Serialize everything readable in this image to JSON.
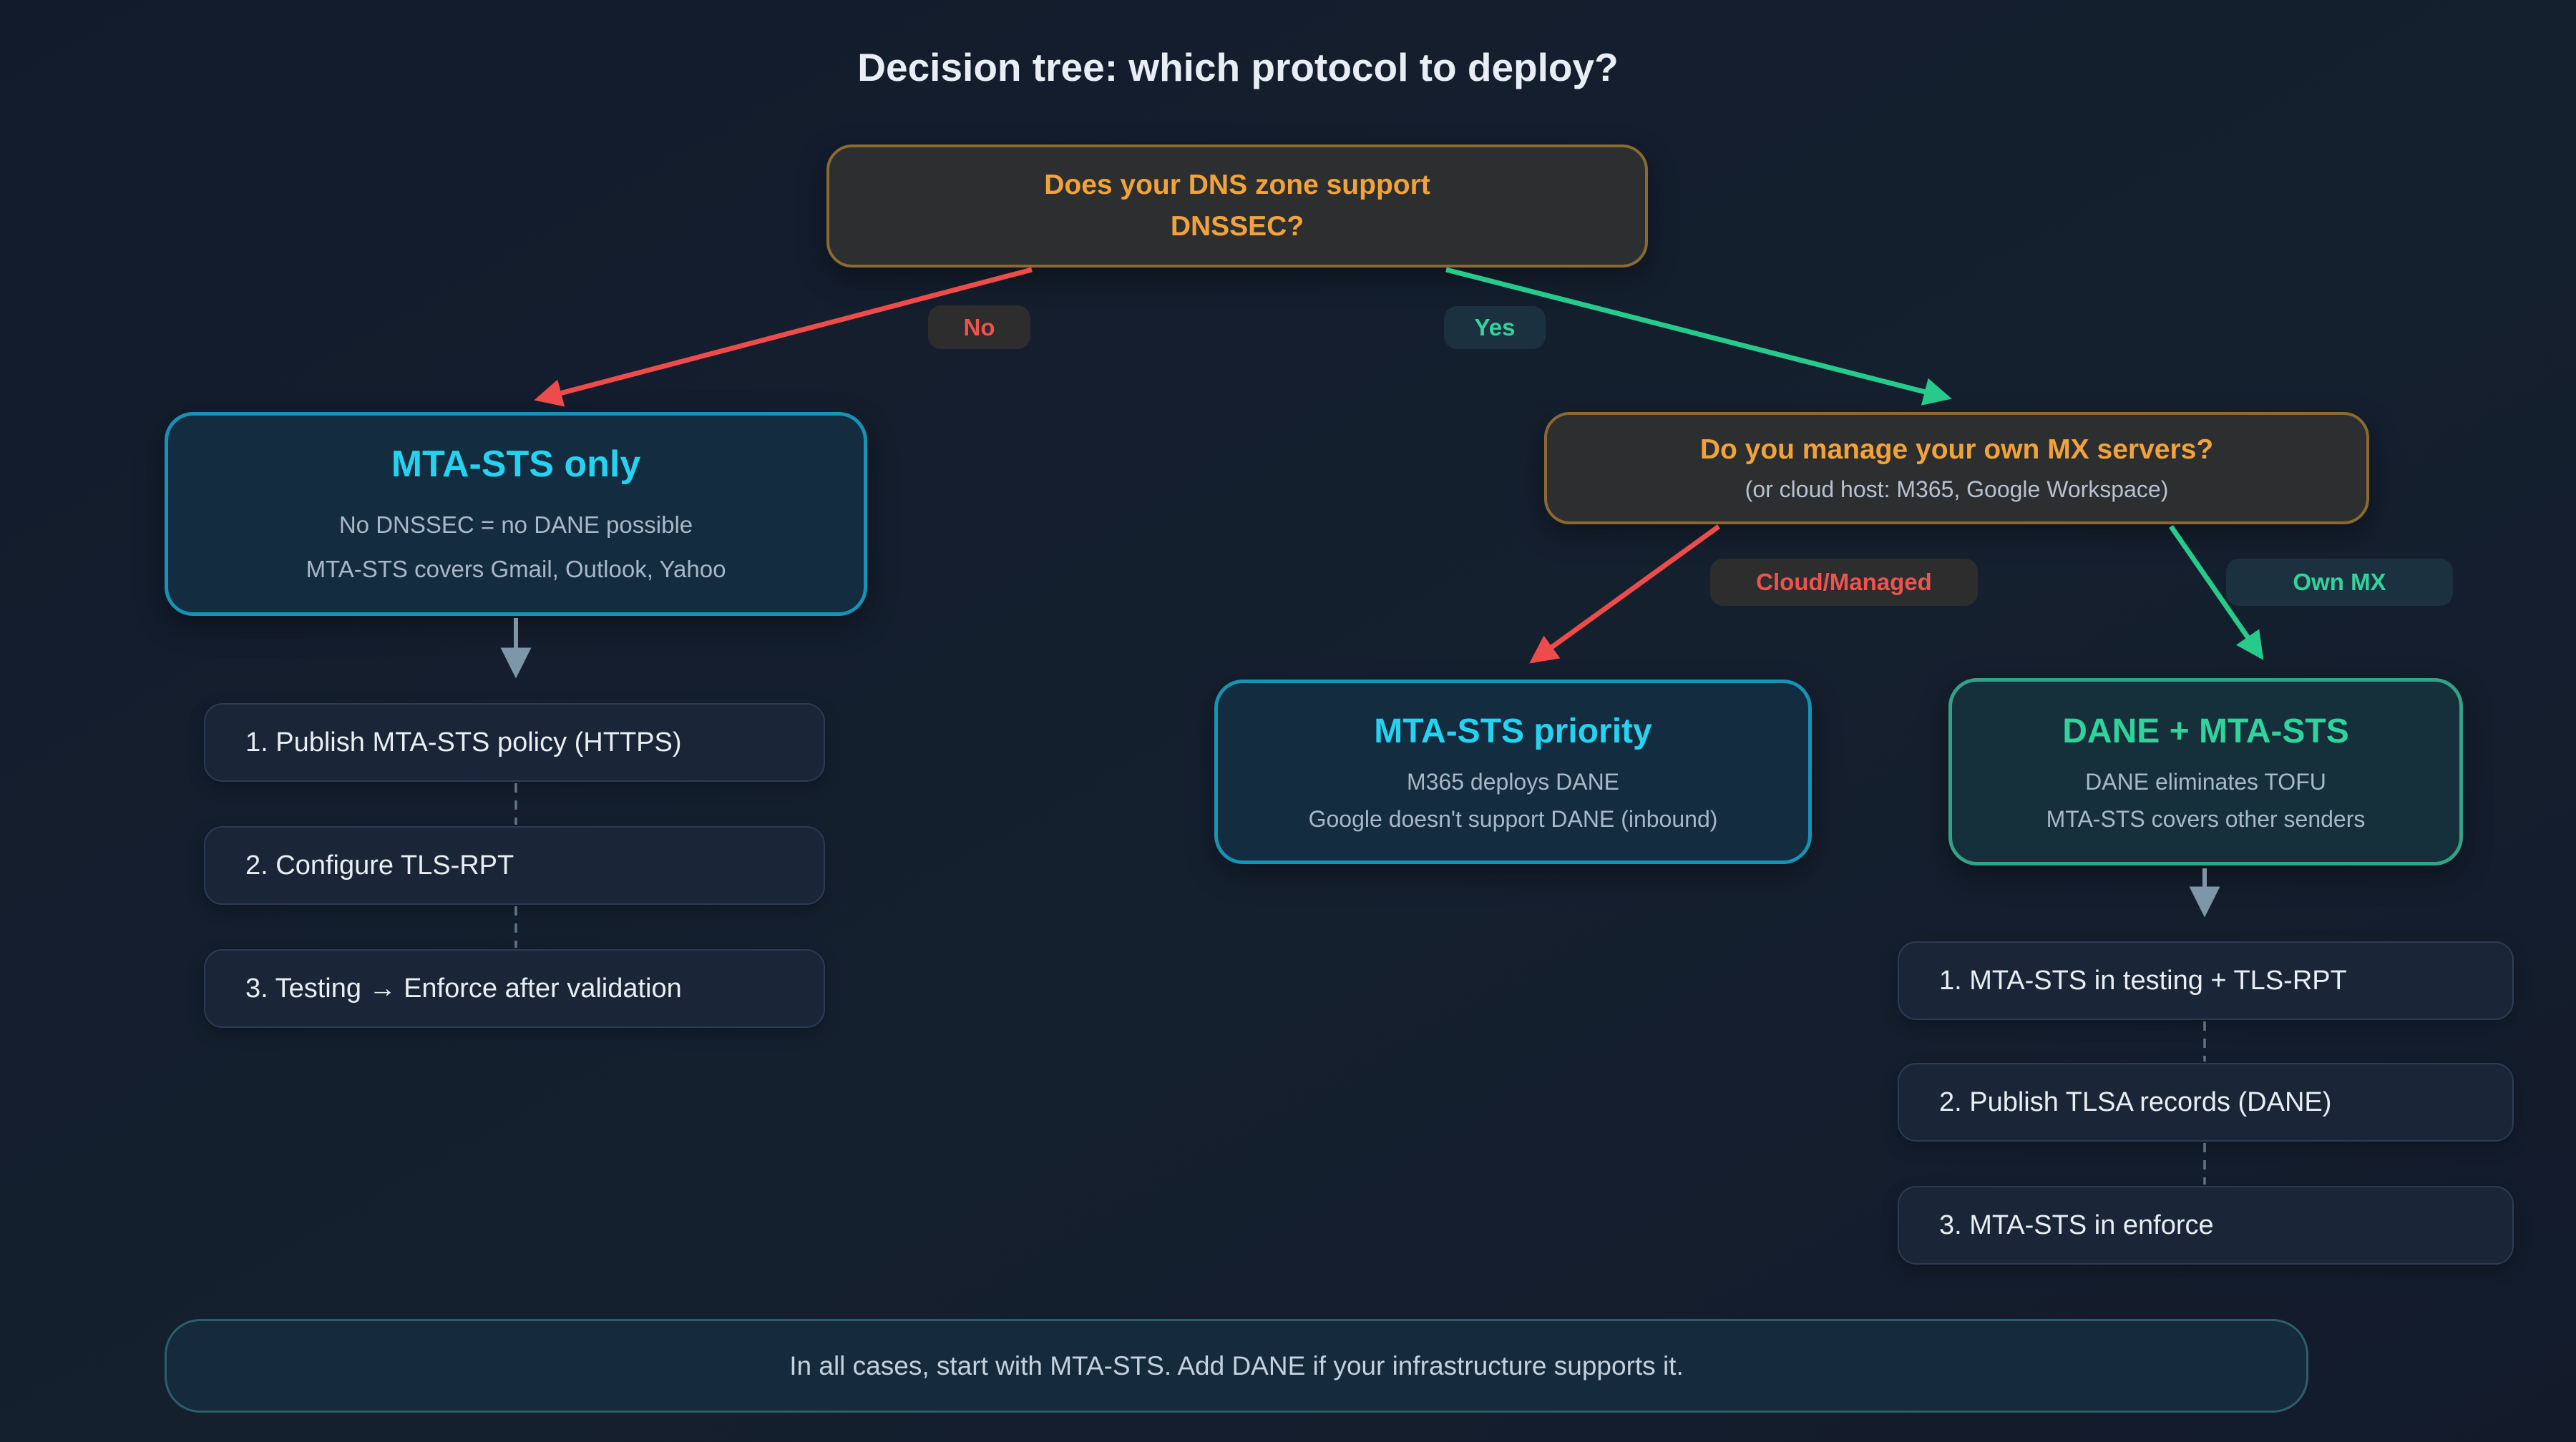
{
  "title": "Decision tree: which protocol to deploy?",
  "root": {
    "line1": "Does your DNS zone support",
    "line2": "DNSSEC?"
  },
  "edge_labels": {
    "no": "No",
    "yes": "Yes",
    "cloud": "Cloud/Managed",
    "own_mx": "Own MX"
  },
  "mta_sts_only": {
    "title": "MTA-STS only",
    "line1": "No DNSSEC = no DANE possible",
    "line2": "MTA-STS covers Gmail, Outlook, Yahoo"
  },
  "mx_question": {
    "title": "Do you manage your own MX servers?",
    "subtitle": "(or cloud host: M365, Google Workspace)"
  },
  "mta_sts_priority": {
    "title": "MTA-STS priority",
    "line1": "M365 deploys DANE",
    "line2": "Google doesn't support DANE (inbound)"
  },
  "dane_mta_sts": {
    "title": "DANE + MTA-STS",
    "line1": "DANE eliminates TOFU",
    "line2": "MTA-STS covers other senders"
  },
  "steps_left": [
    "1. Publish MTA-STS policy (HTTPS)",
    "2. Configure TLS-RPT",
    "3. Testing → Enforce after validation"
  ],
  "steps_right": [
    "1. MTA-STS in testing + TLS-RPT",
    "2. Publish TLSA records (DANE)",
    "3. MTA-STS in enforce"
  ],
  "footer": "In all cases, start with MTA-STS. Add DANE if your infrastructure supports it.",
  "colors": {
    "background": "#131c2c",
    "question_accent": "#f1a33b",
    "cyan_accent": "#25d3f0",
    "green_accent": "#31d39c",
    "red_accent": "#ef5350",
    "arrow_red": "#ee4b4b",
    "arrow_green": "#28ca8c",
    "arrow_gray": "#7e97a8"
  }
}
